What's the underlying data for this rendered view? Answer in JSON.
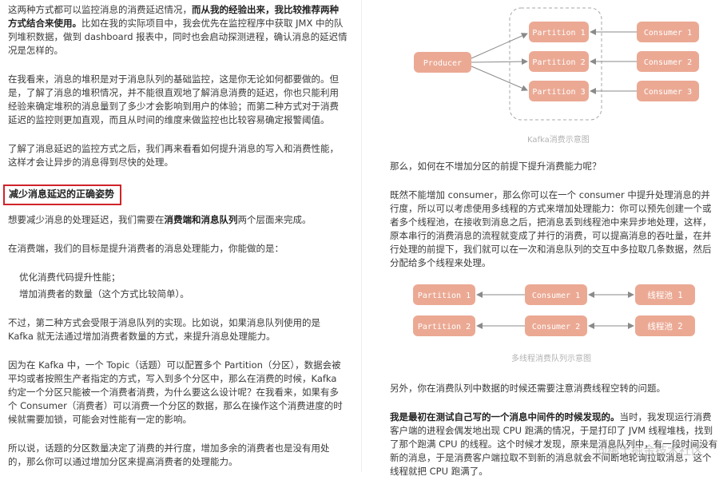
{
  "left": {
    "p1a": "这两种方式都可以监控消息的消费延迟情况，",
    "p1b": "而从我的经验出来，我比较推荐两种方式结合来使用。",
    "p1c": "比如在我的实际项目中，我会优先在监控程序中获取 JMX 中的队列堆积数据，做到 dashboard 报表中，同时也会启动探测进程，确认消息的延迟情况是怎样的。",
    "p2": "在我看来，消息的堆积是对于消息队列的基础监控，这是你无论如何都要做的。但是，了解了消息的堆积情况，并不能很直观地了解消息消费的延迟，你也只能利用经验来确定堆积的消息量到了多少才会影响到用户的体验；而第二种方式对于消费延迟的监控则更加直观，而且从时间的维度来做监控也比较容易确定报警阈值。",
    "p3": "了解了消息延迟的监控方式之后，我们再来看看如何提升消息的写入和消费性能，这样才会让异步的消息得到尽快的处理。",
    "heading": "减少消息延迟的正确姿势",
    "p4a": "想要减少消息的处理延迟，我们需要在",
    "p4b": "消费端和消息队列",
    "p4c": "两个层面来完成。",
    "p5": "在消费端，我们的目标是提升消费者的消息处理能力，你能做的是：",
    "b1": "优化消费代码提升性能；",
    "b2": "增加消费者的数量（这个方式比较简单）。",
    "p6": "不过，第二种方式会受限于消息队列的实现。比如说，如果消息队列使用的是 Kafka 就无法通过增加消费者数量的方式，来提升消息处理能力。",
    "p7": "因为在 Kafka 中，一个 Topic（话题）可以配置多个 Partition（分区），数据会被平均或者按照生产者指定的方式，写入到多个分区中，那么在消费的时候，Kafka 约定一个分区只能被一个消费者消费，为什么要这么设计呢？在我看来，如果有多个 Consumer（消费者）可以消费一个分区的数据，那么在操作这个消费进度的时候就需要加锁，可能会对性能有一定的影响。",
    "p8": "所以说，话题的分区数量决定了消费的并行度，增加多余的消费者也是没有用处的，那么你可以通过增加分区来提高消费者的处理能力。"
  },
  "diagram1": {
    "producer": "Producer",
    "partitions": [
      "Partition 1",
      "Partition 2",
      "Partition 3"
    ],
    "consumers": [
      "Consumer 1",
      "Consumer 2",
      "Consumer 3"
    ],
    "caption": "Kafka消费示意图"
  },
  "right": {
    "q1": "那么，如何在不增加分区的前提下提升消费能力呢？",
    "p1": "既然不能增加 consumer，那么你可以在一个 consumer 中提升处理消息的并行度，所以可以考虑使用多线程的方式来增加处理能力：你可以预先创建一个或者多个线程池，在接收到消息之后，把消息丢到线程池中来异步地处理，这样，原本串行的消费消息的流程就变成了并行的消费，可以提高消息的吞吐量，在并行处理的前提下，我们就可以在一次和消息队列的交互中多拉取几条数据，然后分配给多个线程来处理。",
    "p2": "另外，你在消费队列中数据的时候还需要注意消费线程空转的问题。",
    "p3a": "我是最初在测试自己写的一个消息中间件的时候发现的。",
    "p3b": "当时，我发现运行消费客户端的进程会偶发地出现 CPU 跑满的情况，于是打印了 JVM 线程堆栈，找到了那个跑满 CPU 的线程。这个时候才发现，原来是消息队列中，有一段时间没有新的消息，于是消费客户端拉取不到新的消息就会不间断地轮询拉取消息，这个线程就把 CPU 跑满了。"
  },
  "diagram2": {
    "partitions": [
      "Partition 1",
      "Partition 2"
    ],
    "consumers": [
      "Consumer 1",
      "Consumer 2"
    ],
    "pools": [
      "线程池 1",
      "线程池 2"
    ],
    "caption": "多线程消费队列示意图"
  },
  "watermark": "@稀土掘金技术社区",
  "colors": {
    "box": "#eba994",
    "box_text": "#ffffff",
    "heading_border": "#d0232a"
  }
}
